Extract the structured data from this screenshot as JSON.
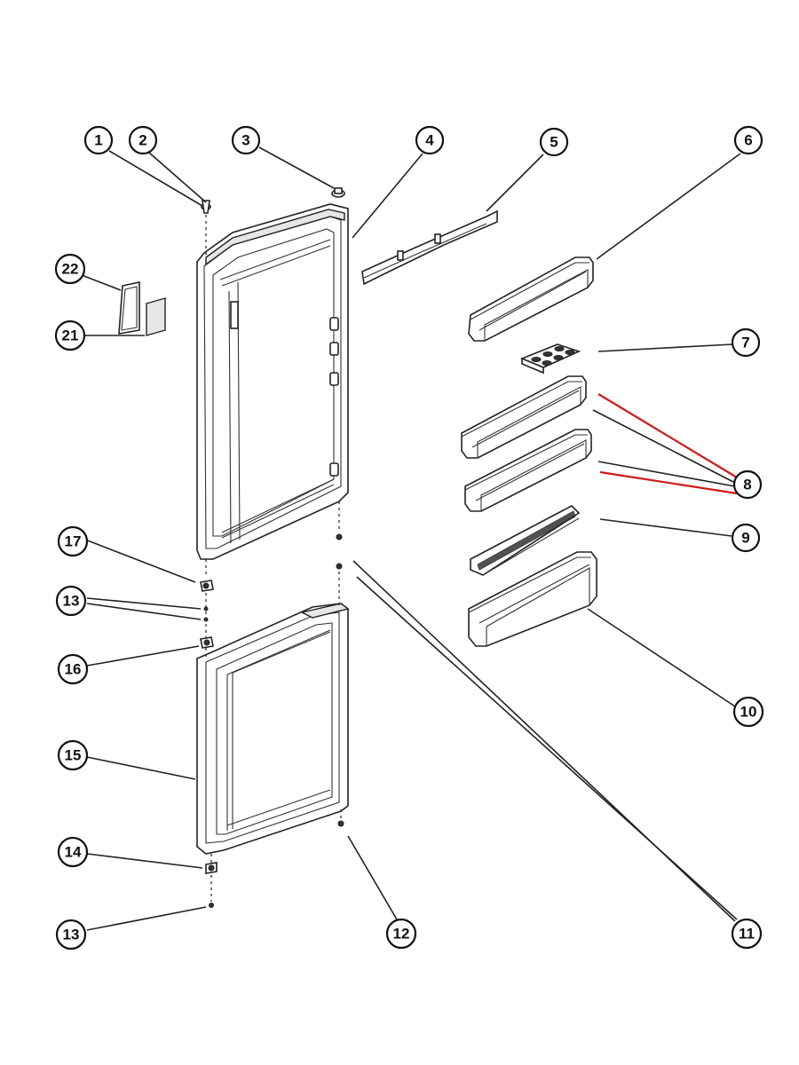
{
  "colors": {
    "line": "#222222",
    "highlight_leader": "#d01818",
    "background": "#ffffff"
  },
  "callouts": [
    {
      "id": "c1",
      "label": "1"
    },
    {
      "id": "c2",
      "label": "2"
    },
    {
      "id": "c3",
      "label": "3"
    },
    {
      "id": "c4",
      "label": "4"
    },
    {
      "id": "c5",
      "label": "5"
    },
    {
      "id": "c6",
      "label": "6"
    },
    {
      "id": "c7",
      "label": "7"
    },
    {
      "id": "c8",
      "label": "8"
    },
    {
      "id": "c9",
      "label": "9"
    },
    {
      "id": "c10",
      "label": "10"
    },
    {
      "id": "c11",
      "label": "11"
    },
    {
      "id": "c12",
      "label": "12"
    },
    {
      "id": "c13a",
      "label": "13"
    },
    {
      "id": "c13b",
      "label": "13"
    },
    {
      "id": "c14",
      "label": "14"
    },
    {
      "id": "c15",
      "label": "15"
    },
    {
      "id": "c16",
      "label": "16"
    },
    {
      "id": "c17",
      "label": "17"
    },
    {
      "id": "c21",
      "label": "21"
    },
    {
      "id": "c22",
      "label": "22"
    }
  ]
}
